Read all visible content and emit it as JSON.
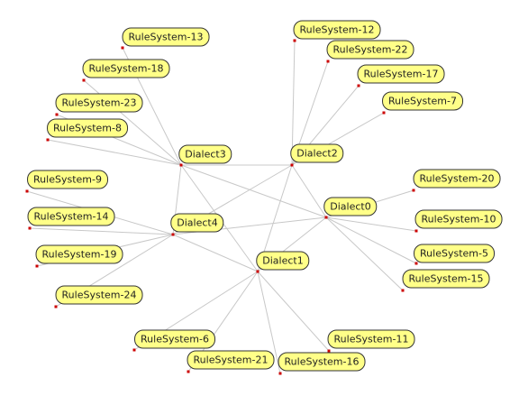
{
  "graph": {
    "edge_color": "#c8c8c8",
    "node_fill": "#ffff88",
    "node_border": "#333333",
    "anchor_color": "#cc0000",
    "nodes": [
      {
        "id": "Dialect0",
        "label": "Dialect0"
      },
      {
        "id": "Dialect1",
        "label": "Dialect1"
      },
      {
        "id": "Dialect2",
        "label": "Dialect2"
      },
      {
        "id": "Dialect3",
        "label": "Dialect3"
      },
      {
        "id": "Dialect4",
        "label": "Dialect4"
      },
      {
        "id": "RuleSystem-5",
        "label": "RuleSystem-5"
      },
      {
        "id": "RuleSystem-6",
        "label": "RuleSystem-6"
      },
      {
        "id": "RuleSystem-7",
        "label": "RuleSystem-7"
      },
      {
        "id": "RuleSystem-8",
        "label": "RuleSystem-8"
      },
      {
        "id": "RuleSystem-9",
        "label": "RuleSystem-9"
      },
      {
        "id": "RuleSystem-10",
        "label": "RuleSystem-10"
      },
      {
        "id": "RuleSystem-11",
        "label": "RuleSystem-11"
      },
      {
        "id": "RuleSystem-12",
        "label": "RuleSystem-12"
      },
      {
        "id": "RuleSystem-13",
        "label": "RuleSystem-13"
      },
      {
        "id": "RuleSystem-14",
        "label": "RuleSystem-14"
      },
      {
        "id": "RuleSystem-15",
        "label": "RuleSystem-15"
      },
      {
        "id": "RuleSystem-16",
        "label": "RuleSystem-16"
      },
      {
        "id": "RuleSystem-17",
        "label": "RuleSystem-17"
      },
      {
        "id": "RuleSystem-18",
        "label": "RuleSystem-18"
      },
      {
        "id": "RuleSystem-19",
        "label": "RuleSystem-19"
      },
      {
        "id": "RuleSystem-20",
        "label": "RuleSystem-20"
      },
      {
        "id": "RuleSystem-21",
        "label": "RuleSystem-21"
      },
      {
        "id": "RuleSystem-22",
        "label": "RuleSystem-22"
      },
      {
        "id": "RuleSystem-23",
        "label": "RuleSystem-23"
      },
      {
        "id": "RuleSystem-24",
        "label": "RuleSystem-24"
      }
    ],
    "edges": [
      [
        "Dialect0",
        "Dialect1"
      ],
      [
        "Dialect0",
        "Dialect2"
      ],
      [
        "Dialect0",
        "Dialect3"
      ],
      [
        "Dialect0",
        "Dialect4"
      ],
      [
        "Dialect1",
        "Dialect2"
      ],
      [
        "Dialect1",
        "Dialect3"
      ],
      [
        "Dialect1",
        "Dialect4"
      ],
      [
        "Dialect2",
        "Dialect3"
      ],
      [
        "Dialect2",
        "Dialect4"
      ],
      [
        "Dialect3",
        "Dialect4"
      ],
      [
        "Dialect0",
        "RuleSystem-20"
      ],
      [
        "Dialect0",
        "RuleSystem-10"
      ],
      [
        "Dialect0",
        "RuleSystem-5"
      ],
      [
        "Dialect0",
        "RuleSystem-15"
      ],
      [
        "Dialect1",
        "RuleSystem-6"
      ],
      [
        "Dialect1",
        "RuleSystem-21"
      ],
      [
        "Dialect1",
        "RuleSystem-16"
      ],
      [
        "Dialect1",
        "RuleSystem-11"
      ],
      [
        "Dialect2",
        "RuleSystem-12"
      ],
      [
        "Dialect2",
        "RuleSystem-22"
      ],
      [
        "Dialect2",
        "RuleSystem-17"
      ],
      [
        "Dialect2",
        "RuleSystem-7"
      ],
      [
        "Dialect3",
        "RuleSystem-13"
      ],
      [
        "Dialect3",
        "RuleSystem-18"
      ],
      [
        "Dialect3",
        "RuleSystem-23"
      ],
      [
        "Dialect3",
        "RuleSystem-8"
      ],
      [
        "Dialect4",
        "RuleSystem-9"
      ],
      [
        "Dialect4",
        "RuleSystem-14"
      ],
      [
        "Dialect4",
        "RuleSystem-19"
      ],
      [
        "Dialect4",
        "RuleSystem-24"
      ]
    ]
  }
}
